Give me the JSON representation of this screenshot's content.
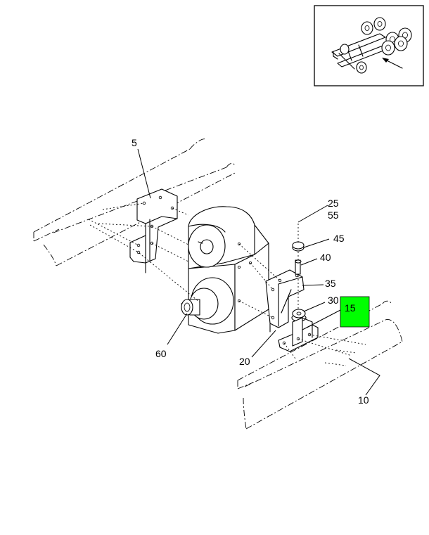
{
  "callouts": {
    "c5": "5",
    "c25": "25",
    "c55": "55",
    "c45": "45",
    "c40": "40",
    "c35": "35",
    "c30": "30",
    "c15": "15",
    "c60": "60",
    "c20": "20",
    "c10": "10"
  },
  "colors": {
    "highlight": "#00ff00",
    "line": "#000000",
    "background": "#ffffff"
  }
}
